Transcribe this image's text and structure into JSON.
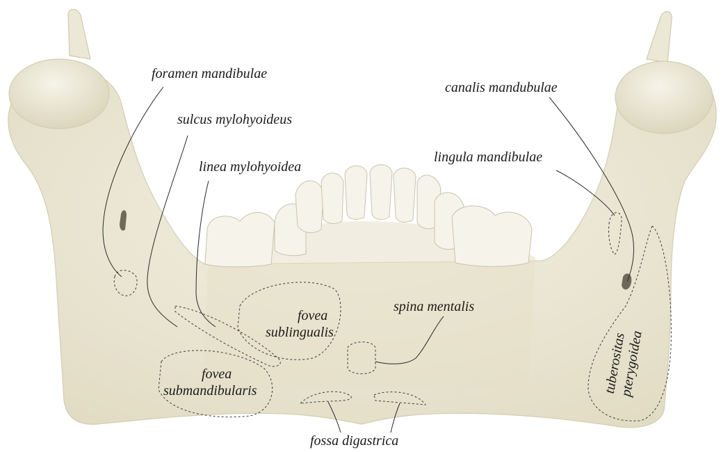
{
  "labels": {
    "foramen_mandibulae": "foramen mandibulae",
    "sulcus_mylohyoideus": "sulcus mylohyoideus",
    "linea_mylohyoidea": "linea mylohyoidea",
    "fovea_sublingualis_1": "fovea",
    "fovea_sublingualis_2": "sublingualis",
    "fovea_submandibularis_1": "fovea",
    "fovea_submandibularis_2": "submandibularis",
    "canalis_mandibulae": "canalis mandubulae",
    "lingula_mandibulae": "lingula mandibulae",
    "spina_mentalis": "spina mentalis",
    "tuberositas_1": "tuberositas",
    "tuberositas_2": "pterygoidea",
    "fossa_digastrica": "fossa digastrica"
  },
  "colors": {
    "bone": "#ece8d6",
    "bone_shadow": "#d8d2b8",
    "tooth": "#f6f3ea",
    "label_text": "#1a1a1a",
    "leader_line": "#2a2a2a"
  }
}
